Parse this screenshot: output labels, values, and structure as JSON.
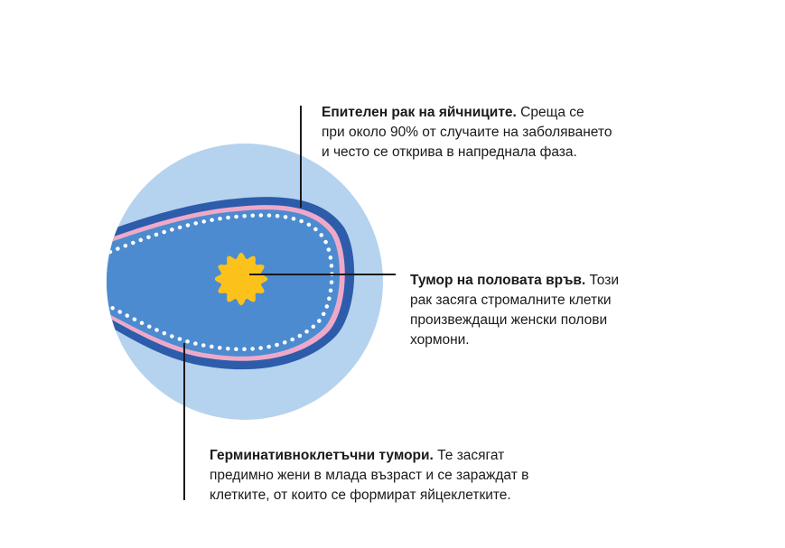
{
  "colors": {
    "outer_circle": "#b5d3ee",
    "ovary_body": "#4c8bd0",
    "ovary_outline": "#2d5cab",
    "pink_layer": "#efa9c8",
    "dots": "#ffffff",
    "tumor": "#fcc21b",
    "leader_lines": "#1a1a1a",
    "text": "#1a1a1a"
  },
  "labels": {
    "epithelial": {
      "title": "Епителен рак на яйчниците.",
      "lines": [
        " Среща се",
        "при около 90% от случаите на заболяването",
        "и често се открива в напреднала фаза."
      ]
    },
    "stromal": {
      "title": "Тумор на половата връв.",
      "lines": [
        " Този",
        "рак засяга стромалните клетки",
        "произвеждащи женски полови",
        "хормони."
      ]
    },
    "germ_cell": {
      "title": "Герминативноклетъчни тумори.",
      "lines": [
        " Те засягат",
        "предимно жени в млада възраст и се зараждат в",
        "клетките, от които се формират яйцеклетките."
      ]
    }
  }
}
